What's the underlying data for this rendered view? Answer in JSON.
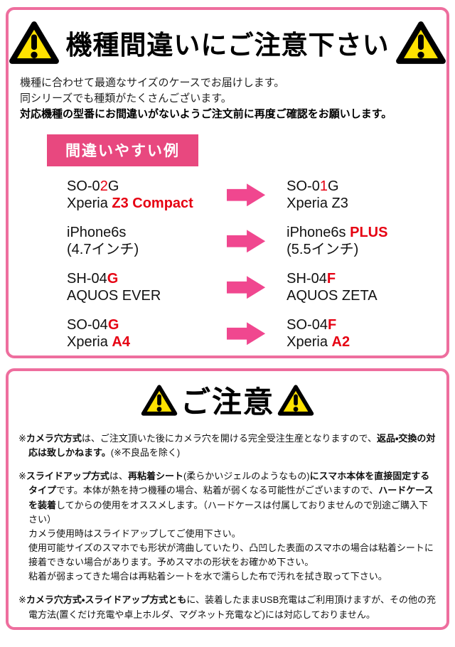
{
  "colors": {
    "panel_border": "#ee6e9e",
    "label_bg": "#e8487f",
    "arrow": "#f0478f",
    "accent_red": "#e60012",
    "warning_yellow": "#ffe200"
  },
  "top": {
    "title": "機種間違いにご注意下さい",
    "intro_lines": [
      "機種に合わせて最適なサイズのケースでお届けします。",
      "同シリーズでも種類がたくさんございます。",
      "対応機種の型番にお間違いがないようご注文前に再度ご確認をお願いします。"
    ],
    "label": "間違いやすい例",
    "rows": [
      {
        "wrong": [
          [
            {
              "t": "SO-0"
            },
            {
              "t": "2",
              "r": true
            },
            {
              "t": "G"
            }
          ],
          [
            {
              "t": "Xperia "
            },
            {
              "t": "Z3 Compact",
              "r": true,
              "b": true
            }
          ]
        ],
        "correct": [
          [
            {
              "t": "SO-0"
            },
            {
              "t": "1",
              "r": true
            },
            {
              "t": "G"
            }
          ],
          [
            {
              "t": "Xperia Z3"
            }
          ]
        ]
      },
      {
        "wrong": [
          [
            {
              "t": "iPhone6s"
            }
          ],
          [
            {
              "t": "(4.7インチ)"
            }
          ]
        ],
        "correct": [
          [
            {
              "t": "iPhone6s "
            },
            {
              "t": "PLUS",
              "r": true,
              "b": true
            }
          ],
          [
            {
              "t": "(5.5インチ)"
            }
          ]
        ]
      },
      {
        "wrong": [
          [
            {
              "t": "SH-04"
            },
            {
              "t": "G",
              "r": true,
              "b": true
            }
          ],
          [
            {
              "t": "AQUOS EVER"
            }
          ]
        ],
        "correct": [
          [
            {
              "t": "SH-04"
            },
            {
              "t": "F",
              "r": true,
              "b": true
            }
          ],
          [
            {
              "t": "AQUOS ZETA"
            }
          ]
        ]
      },
      {
        "wrong": [
          [
            {
              "t": "SO-04"
            },
            {
              "t": "G",
              "r": true,
              "b": true
            }
          ],
          [
            {
              "t": "Xperia "
            },
            {
              "t": "A4",
              "r": true,
              "b": true
            }
          ]
        ],
        "correct": [
          [
            {
              "t": "SO-04"
            },
            {
              "t": "F",
              "r": true,
              "b": true
            }
          ],
          [
            {
              "t": "Xperia "
            },
            {
              "t": "A2",
              "r": true,
              "b": true
            }
          ]
        ]
      }
    ]
  },
  "bottom": {
    "title": "ご注意",
    "notes": [
      [
        {
          "t": "※"
        },
        {
          "t": "カメラ穴方式",
          "b": true
        },
        {
          "t": "は、ご注文頂いた後にカメラ穴を開ける完全受注生産となりますので、"
        },
        {
          "t": "返品・交換の対応は致しかねます。",
          "b": true
        },
        {
          "t": "(※不良品を除く)"
        }
      ],
      [
        {
          "t": "※"
        },
        {
          "t": "スライドアップ方式",
          "b": true
        },
        {
          "t": "は、"
        },
        {
          "t": "再粘着シート",
          "b": true
        },
        {
          "t": "(柔らかいジェルのようなもの)"
        },
        {
          "t": "にスマホ本体を直接固定するタイプ",
          "b": true
        },
        {
          "t": "です。本体が熱を持つ機種の場合、粘着が弱くなる可能性がございますので、"
        },
        {
          "t": "ハードケースを装着",
          "b": true
        },
        {
          "t": "してからの使用をオススメします。（ハードケースは付属しておりませんので別途ご購入下さい）"
        },
        {
          "br": true
        },
        {
          "t": "カメラ使用時はスライドアップしてご使用下さい。"
        },
        {
          "br": true
        },
        {
          "t": "使用可能サイズのスマホでも形状が湾曲していたり、凸凹した表面のスマホの場合は粘着シートに接着できない場合があります。予めスマホの形状をお確かめ下さい。"
        },
        {
          "br": true
        },
        {
          "t": "粘着が弱まってきた場合は再粘着シートを水で濡らした布で汚れを拭き取って下さい。"
        }
      ],
      [
        {
          "t": "※"
        },
        {
          "t": "カメラ穴方式・スライドアップ方式とも",
          "b": true
        },
        {
          "t": "に、装着したままUSB充電はご利用頂けますが、その他の充電方法(置くだけ充電や卓上ホルダ、マグネット充電など)には対応しておりません。"
        }
      ]
    ]
  }
}
